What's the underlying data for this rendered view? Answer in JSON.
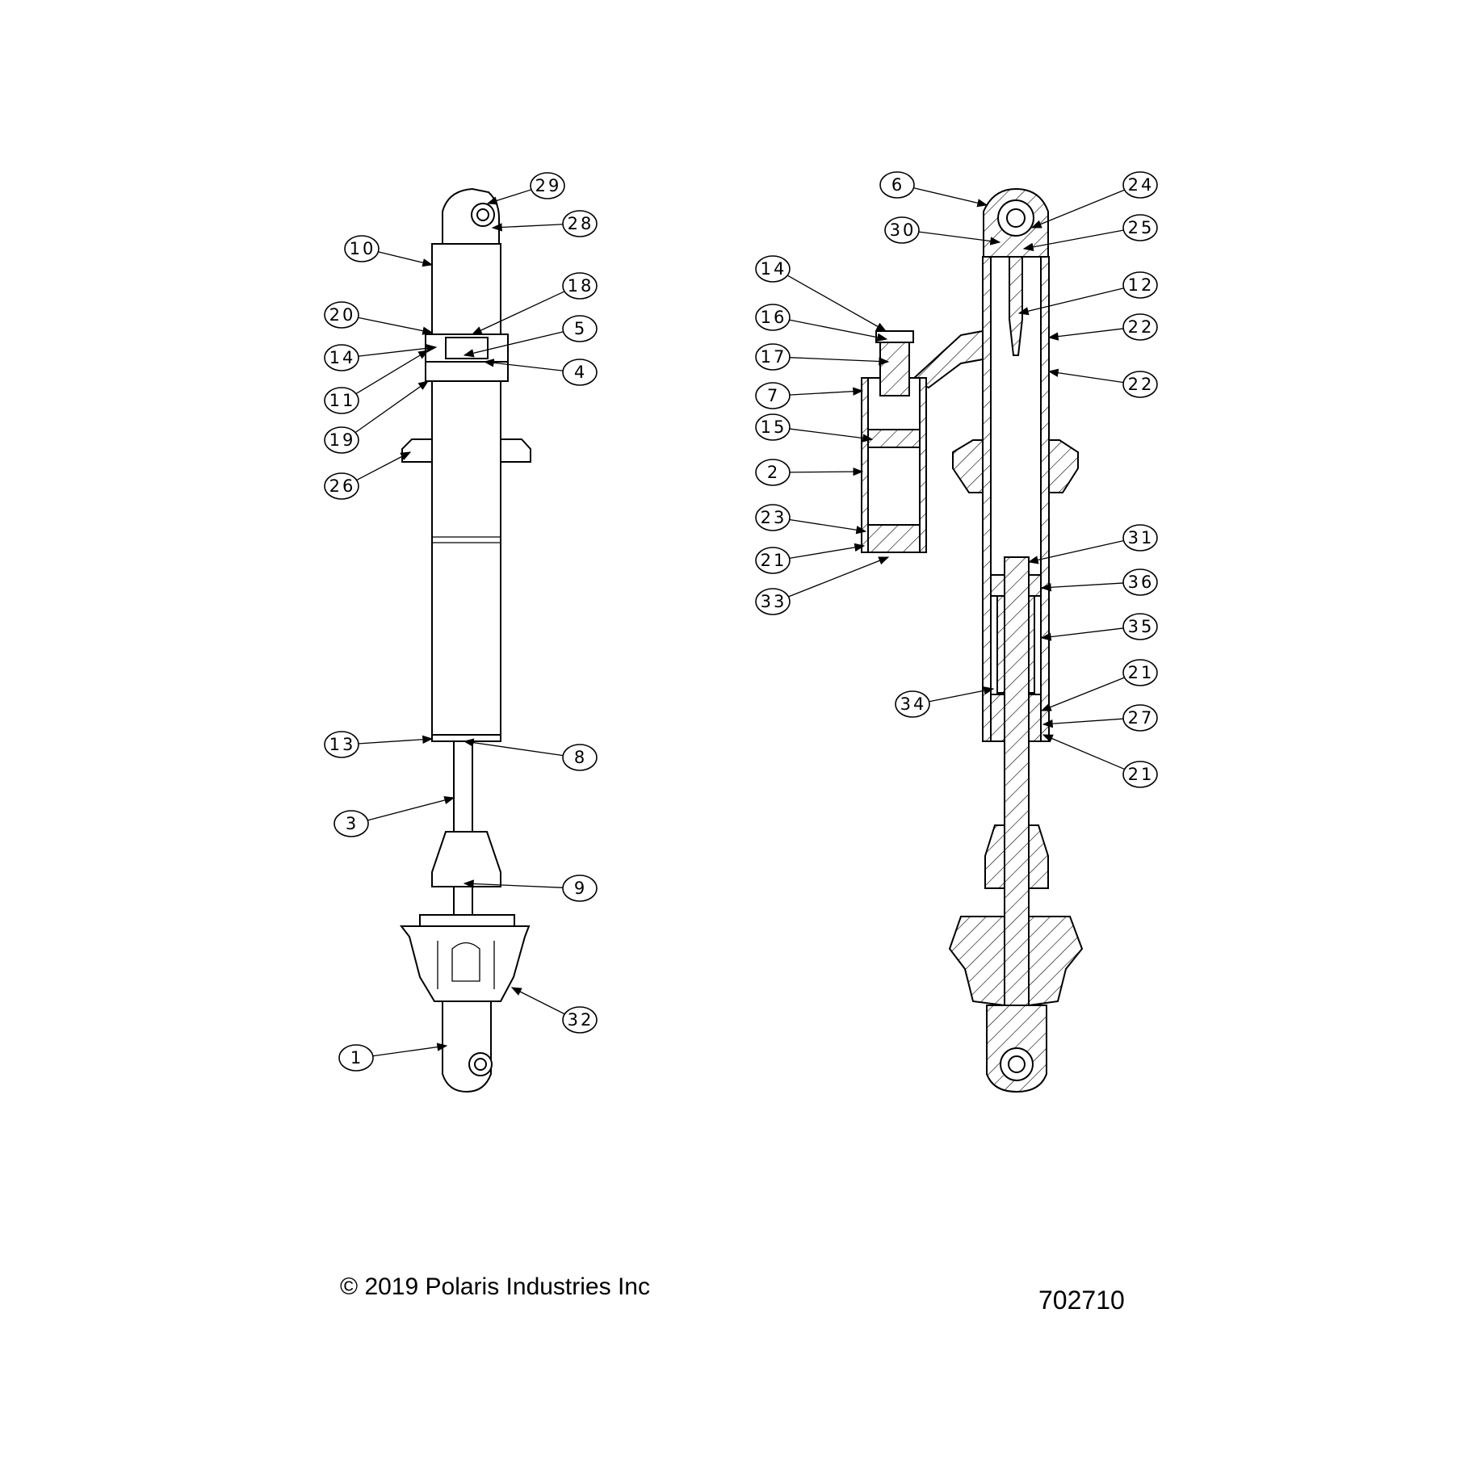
{
  "diagram": {
    "left_view_callouts": [
      "29",
      "28",
      "10",
      "18",
      "20",
      "5",
      "14",
      "4",
      "11",
      "19",
      "26",
      "13",
      "8",
      "3",
      "9",
      "32",
      "1"
    ],
    "right_view_callouts": [
      "6",
      "24",
      "30",
      "25",
      "14",
      "12",
      "16",
      "22",
      "17",
      "22",
      "7",
      "15",
      "2",
      "23",
      "21",
      "33",
      "31",
      "36",
      "35",
      "34",
      "21",
      "27",
      "21"
    ]
  },
  "footer": {
    "copyright": "© 2019 Polaris Industries Inc",
    "drawing_number": "702710"
  }
}
